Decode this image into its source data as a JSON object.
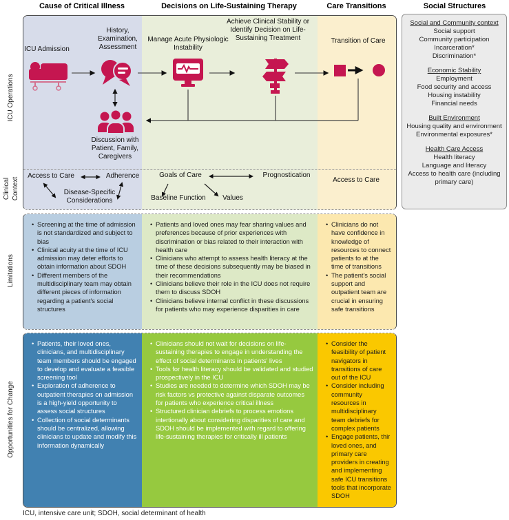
{
  "headers": {
    "col1": "Cause of Critical Illness",
    "col2": "Decisions on Life-Sustaining Therapy",
    "col3": "Care Transitions",
    "col4": "Social Structures"
  },
  "row_labels": {
    "icu_operations": "ICU Operations",
    "clinical_context": "Clinical Context",
    "limitations": "Limitations",
    "opportunities": "Opportunities for Change"
  },
  "icu_operations": {
    "icu_admission": "ICU Admission",
    "history": "History, Examination, Assessment",
    "manage": "Manage Acute Physiologic Instability",
    "achieve": "Achieve Clinical Stability or Identify Decision on Life-Sustaining Treatment",
    "transition": "Transition of Care",
    "discussion": "Discussion with Patient, Family, Caregivers"
  },
  "icons": {
    "admission": "hospital-bed-icon",
    "history": "chat-bubbles-icon",
    "manage": "vital-signs-monitor-icon",
    "achieve": "signpost-icon",
    "discussion": "people-group-icon",
    "transition_start": "square-node",
    "transition_end": "circle-node"
  },
  "clinical_context": {
    "access_to_care_1": "Access to Care",
    "adherence": "Adherence",
    "disease_specific": "Disease-Specific Considerations",
    "goals_of_care": "Goals of Care",
    "prognostication": "Prognostication",
    "baseline_function": "Baseline Function",
    "values": "Values",
    "access_to_care_2": "Access to Care"
  },
  "social": {
    "sections": [
      {
        "title": "Social and Community context",
        "items": [
          "Social support",
          "Community participation",
          "Incarceration*",
          "Discrimination*"
        ]
      },
      {
        "title": "Economic Stability",
        "items": [
          "Employment",
          "Food security and access",
          "Housing instability",
          "Financial needs"
        ]
      },
      {
        "title": "Built Environment",
        "items": [
          "Housing quality and environment",
          "Environmental exposures*"
        ]
      },
      {
        "title": "Health Care Access",
        "items": [
          "Health literacy",
          "Language and literacy",
          "Access to health care (including primary care)"
        ]
      }
    ]
  },
  "limitations": {
    "cols": [
      {
        "items": [
          "Screening at the time of admission is not standardized and subject to bias",
          "Clinical acuity at the time of ICU admission may deter efforts to obtain information about SDOH",
          "Different members of the multidisciplinary team may obtain different pieces of information regarding a patient's social structures"
        ]
      },
      {
        "items": [
          "Patients and loved ones may fear sharing values and preferences because of prior experiences with discrimination or bias related to their interaction with health care",
          "Clinicians who attempt to assess health literacy at the time of these decisions subsequently may be biased in their recommendations",
          "Clinicians believe their role in the ICU does not require them to discuss SDOH",
          "Clinicians believe internal conflict in these discussions for patients who may experience disparities in care"
        ]
      },
      {
        "items": [
          "Clinicians do not have confidence in knowledge of resources to connect patients to at the time of transitions",
          "The patient's social support and outpatient team are crucial in ensuring safe transitions"
        ]
      }
    ]
  },
  "opportunities": {
    "cols": [
      {
        "items": [
          "Patients, their loved ones, clinicians, and multidisciplinary team members should be engaged to develop and evaluate a feasible screening tool",
          "Exploration of adherence to outpatient therapies on admission is a high-yield opportunity to assess social structures",
          "Collection of social determinants should be centralized, allowing clinicians to update and modify this information dynamically"
        ]
      },
      {
        "items": [
          "Clinicians should not wait for decisions on life-sustaining therapies to engage in understanding the effect of social determinants in patients' lives",
          "Tools for health literacy should be validated and studied prospectively in the ICU",
          "Studies are needed to determine which SDOH may be risk factors vs protective against disparate outcomes for patients who experience critical illness",
          "Structured clinician debriefs to process emotions intertionally about considering disparities of care and SDOH should be implemented with regard to offering life-sustaining therapies for critically ill patients"
        ]
      },
      {
        "items": [
          "Consider the feasibility of patient navigators in transitions of care out of the ICU",
          "Consider including community resources in multidisciplinary team debriefs for complex patients",
          "Engage patients, thir loved ones, and primary care providers in creating and implementing safe ICU transitions tools that incorporate SDOH"
        ]
      }
    ]
  },
  "footer": "ICU, intensive care unit; SDOH, social determinant of health",
  "colors": {
    "accent_crimson": "#c51650",
    "col1_light": "#d7dcea",
    "col2_light": "#e9eeda",
    "col3_light": "#fbefce",
    "lim1": "#b9cee1",
    "lim2": "#dde9c6",
    "lim3": "#fce8af",
    "opp1": "#4181b1",
    "opp2": "#96c93f",
    "opp3": "#fac800",
    "social_bg": "#ebebeb"
  }
}
